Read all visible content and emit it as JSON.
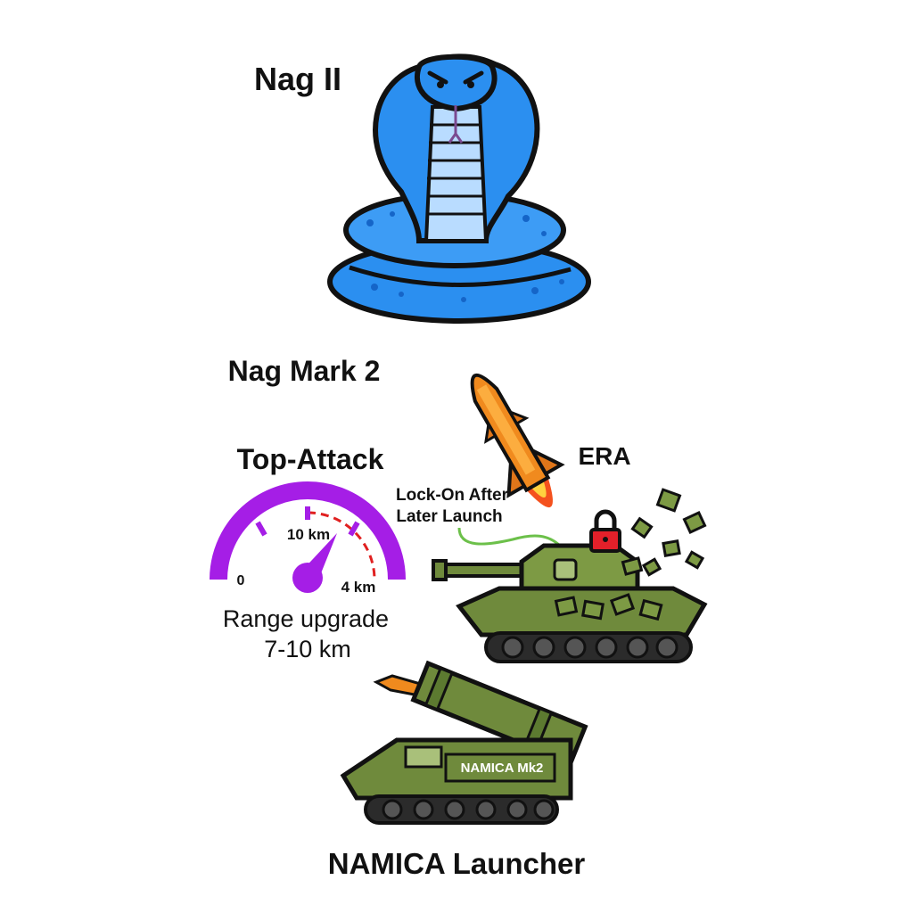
{
  "labels": {
    "nag_ii": "Nag II",
    "nag_mark_2": "Nag Mark 2",
    "top_attack": "Top-Attack",
    "era": "ERA",
    "lock_on": [
      "Lock-On After",
      "Later Launch"
    ],
    "range_upgrade": [
      "Range upgrade",
      "7-10 km"
    ],
    "launcher": "NAMICA Launcher",
    "launcher_plate": "NAMICA Mk2"
  },
  "gauge": {
    "min_label": "0",
    "mid_label": "10 km",
    "max_label": "4 km",
    "range_km": [
      7,
      10
    ],
    "color": "#a51ee6",
    "danger_color": "#e02020"
  },
  "icons": {
    "cobra": "cobra-icon",
    "missile": "missile-icon",
    "tank": "tank-icon",
    "lock": "lock-icon",
    "launcher": "launcher-vehicle-icon"
  },
  "colors": {
    "cobra": "#2b8ff0",
    "cobra_dark": "#1565c8",
    "olive": "#6f8a3c",
    "olive_dark": "#4f6a2a",
    "missile": "#f08a1e",
    "lock": "#e2202a",
    "lock_line": "#6cc04a"
  }
}
